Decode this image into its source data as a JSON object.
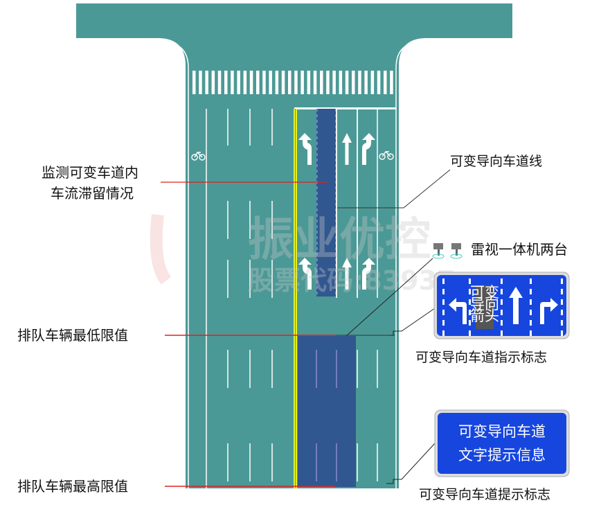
{
  "colors": {
    "road": "#4b9996",
    "variable_lane": "#30578f",
    "yellow_line": "#e8f020",
    "red_marker": "#e02020",
    "sign_blue": "#1746de",
    "arrow_box": "#555555"
  },
  "labels": {
    "monitor_line1": "监测可变车道内",
    "monitor_line2": "车流滞留情况",
    "lane_line": "可变导向车道线",
    "radar": "雷视一体机两台",
    "queue_min": "排队车辆最低限值",
    "indicator_sign": "可变导向车道指示标志",
    "queue_max": "排队车辆最高限值",
    "prompt_sign": "可变导向车道提示标志"
  },
  "indicator_sign": {
    "variable_box": [
      "可变",
      "导向",
      "箭头"
    ]
  },
  "prompt_sign": {
    "line1": "可变导向车道",
    "line2": "文字提示信息"
  },
  "watermark": {
    "line1": "振业优控",
    "line2": "股票代码:83937"
  },
  "icons": [
    "bicycle-icon",
    "left-turn-arrow-icon",
    "straight-arrow-icon",
    "right-turn-arrow-icon",
    "radar-camera-icon"
  ]
}
